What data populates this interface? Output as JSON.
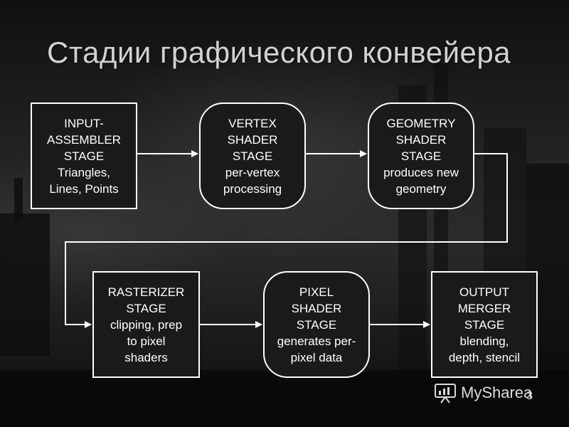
{
  "slide": {
    "title": "Стадии графического конвейера",
    "page_number": "3",
    "watermark": "MySharea"
  },
  "stages": [
    {
      "id": "input-assembler",
      "lines": [
        "INPUT-",
        "ASSEMBLER",
        "STAGE",
        "Triangles,",
        "Lines, Points"
      ]
    },
    {
      "id": "vertex-shader",
      "lines": [
        "VERTEX",
        "SHADER",
        "STAGE",
        "per-vertex",
        "processing"
      ]
    },
    {
      "id": "geometry-shader",
      "lines": [
        "GEOMETRY",
        "SHADER",
        "STAGE",
        "produces new",
        "geometry"
      ]
    },
    {
      "id": "rasterizer",
      "lines": [
        "RASTERIZER",
        "STAGE",
        "clipping, prep",
        "to pixel",
        "shaders"
      ]
    },
    {
      "id": "pixel-shader",
      "lines": [
        "PIXEL",
        "SHADER",
        "STAGE",
        "generates per-",
        "pixel data"
      ]
    },
    {
      "id": "output-merger",
      "lines": [
        "OUTPUT",
        "MERGER",
        "STAGE",
        "blending,",
        "depth, stencil"
      ]
    }
  ],
  "colors": {
    "box_border": "#ffffff",
    "box_fill": "#1a1a1a",
    "text": "#ffffff",
    "title": "#d2d2d2"
  }
}
